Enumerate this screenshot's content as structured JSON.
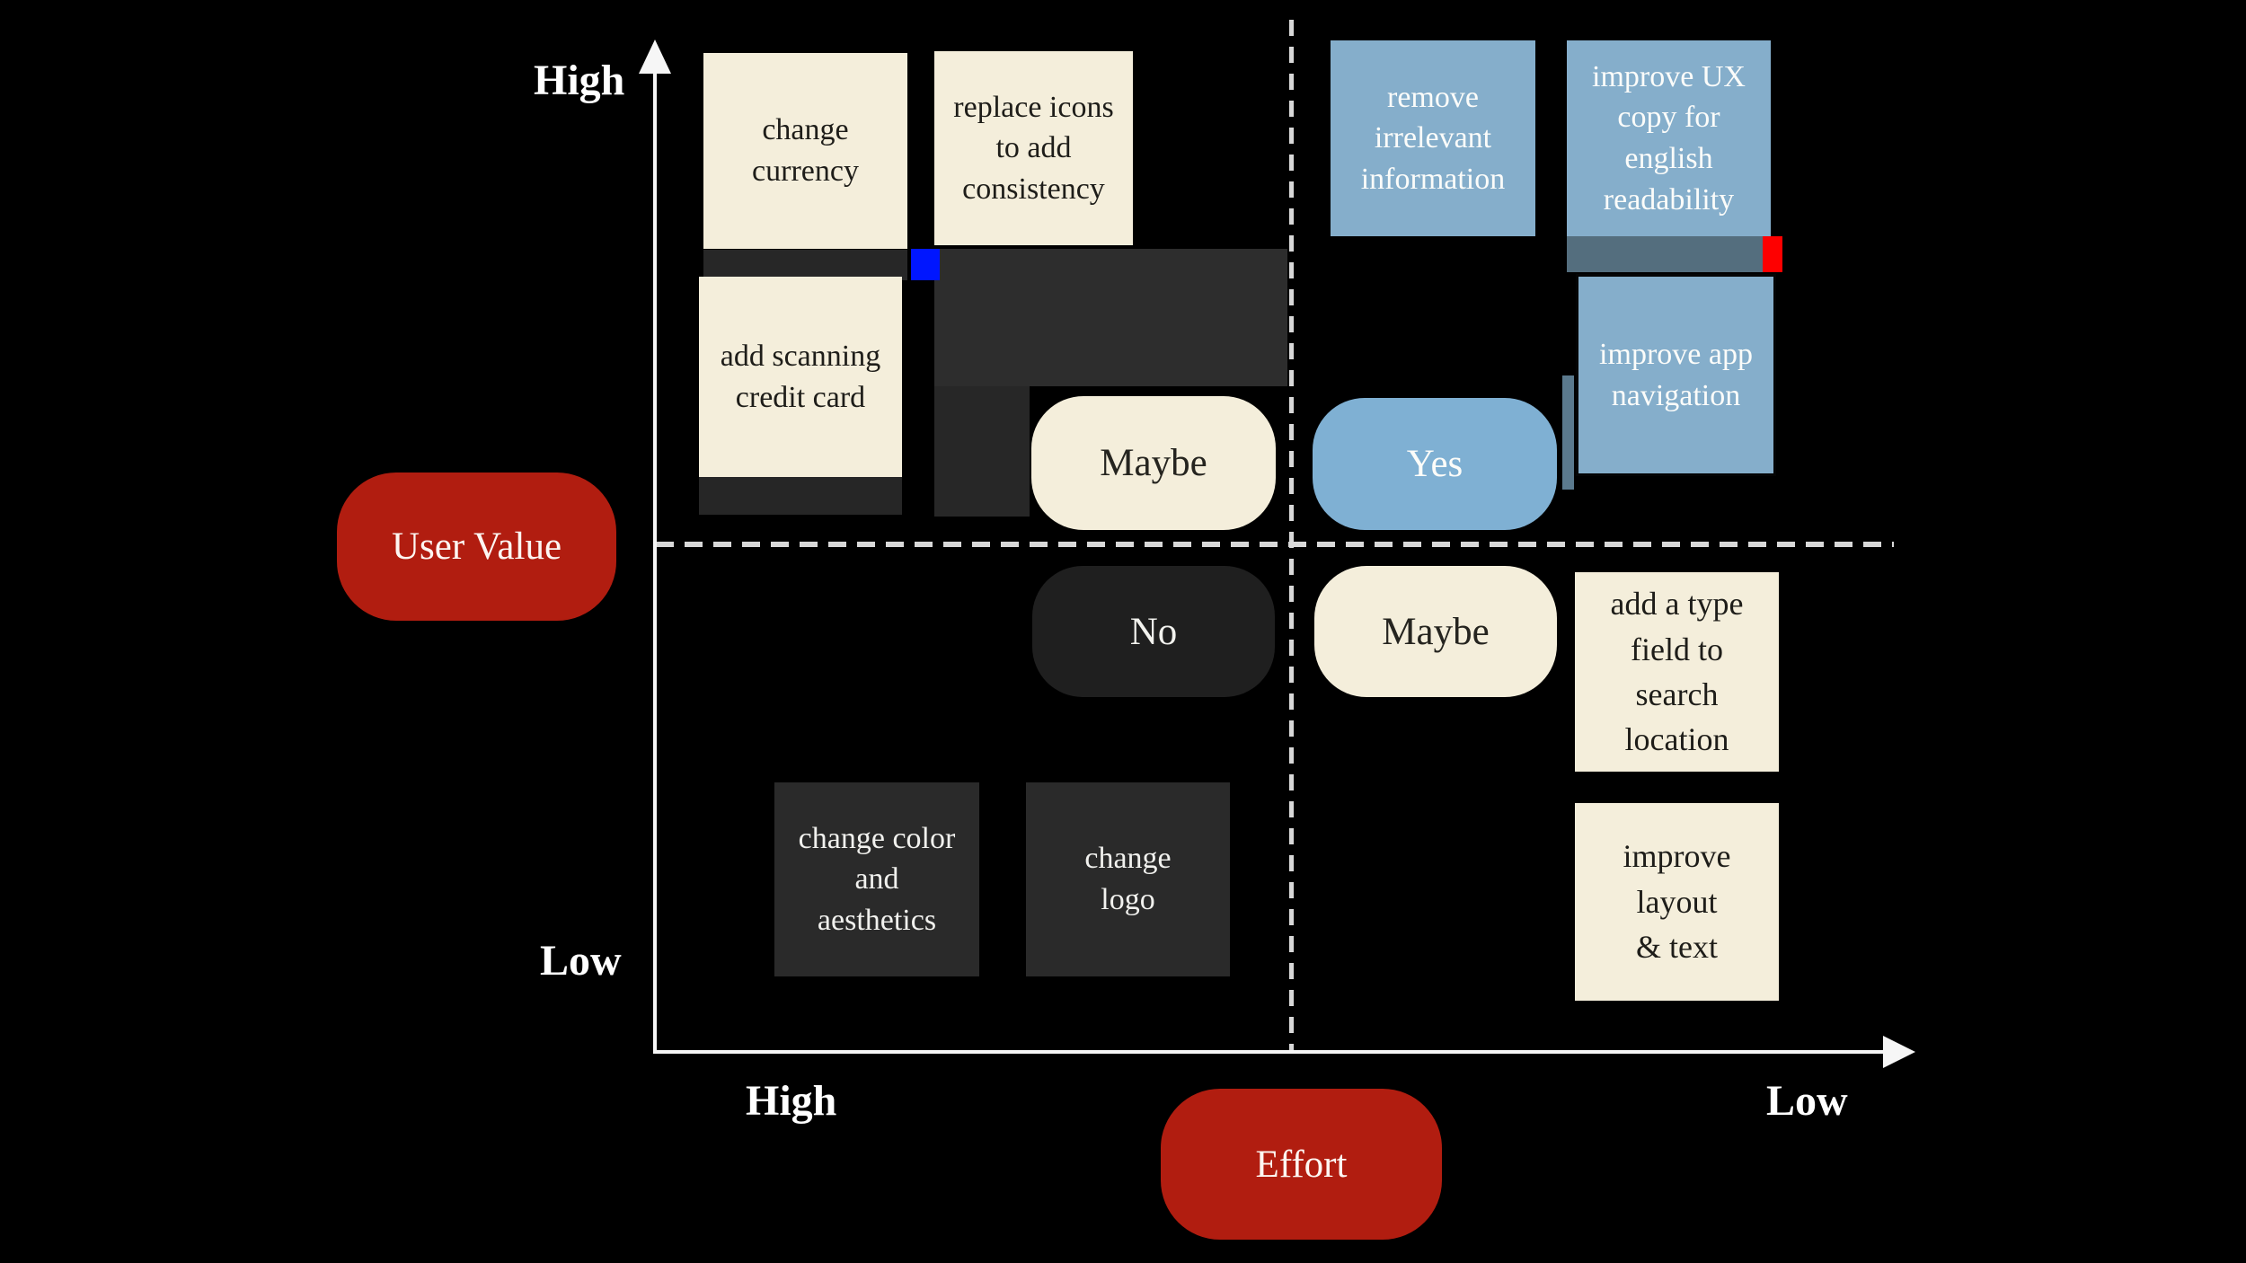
{
  "board": {
    "background": "#000000",
    "axis": {
      "value_axis": {
        "title": "User Value",
        "high": "High",
        "low": "Low"
      },
      "effort_axis": {
        "title": "Effort",
        "high": "High",
        "low": "Low"
      }
    },
    "decision_labels": {
      "maybe_top": "Maybe",
      "yes": "Yes",
      "no": "No",
      "maybe_bottom": "Maybe"
    },
    "notes": {
      "change_currency": "change\ncurrency",
      "replace_icons": "replace icons\nto add\nconsistency",
      "add_scanning": "add scanning\ncredit card",
      "remove_irrelevant": "remove\nirrelevant\ninformation",
      "improve_ux_copy": "improve UX\ncopy for\nenglish\nreadability",
      "improve_app_nav": "improve app\nnavigation",
      "add_type_field": "add a type\nfield to\nsearch\nlocation",
      "improve_layout": "improve\nlayout\n& text",
      "change_color": "change color\nand\naesthetics",
      "change_logo": "change\nlogo"
    },
    "colors": {
      "cream_note": "#f4eedb",
      "blue_note": "#85aecb",
      "blue_pill": "#7fb0d3",
      "dark_note": "#2a2a2a",
      "red_pill": "#b11d10",
      "marker_blue": "#0016ff",
      "marker_red": "#fe0000",
      "slate_bar": "#546e7e"
    }
  }
}
